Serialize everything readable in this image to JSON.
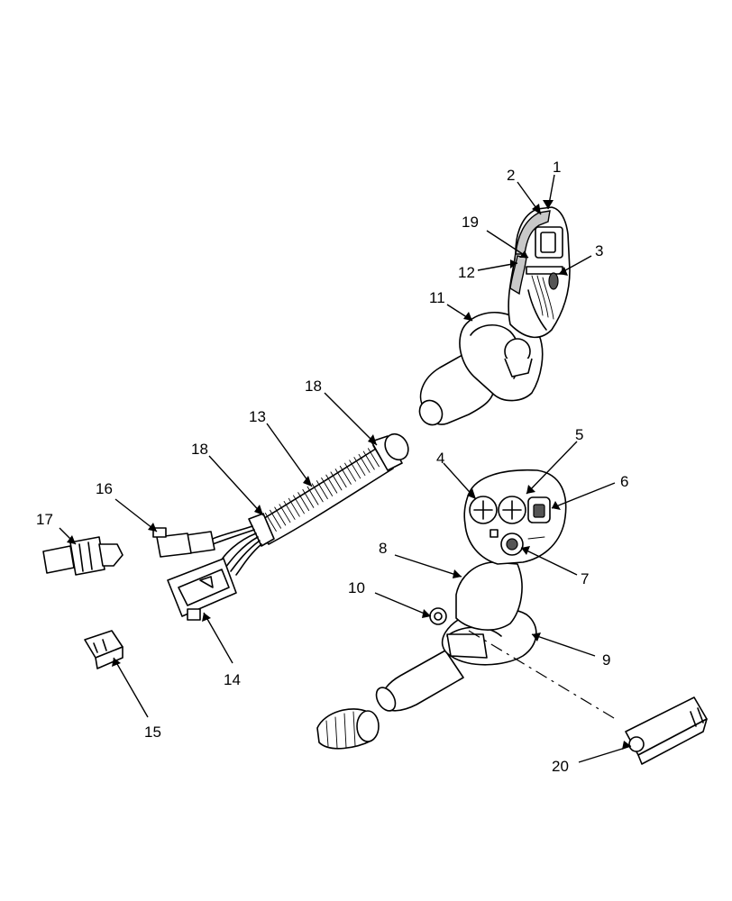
{
  "callouts": [
    {
      "id": "c1",
      "label": "1"
    },
    {
      "id": "c2",
      "label": "2"
    },
    {
      "id": "c3",
      "label": "3"
    },
    {
      "id": "c4",
      "label": "4"
    },
    {
      "id": "c5",
      "label": "5"
    },
    {
      "id": "c6",
      "label": "6"
    },
    {
      "id": "c7",
      "label": "7"
    },
    {
      "id": "c8",
      "label": "8"
    },
    {
      "id": "c9",
      "label": "9"
    },
    {
      "id": "c10",
      "label": "10"
    },
    {
      "id": "c11",
      "label": "11"
    },
    {
      "id": "c12",
      "label": "12"
    },
    {
      "id": "c13",
      "label": "13"
    },
    {
      "id": "c14",
      "label": "14"
    },
    {
      "id": "c15",
      "label": "15"
    },
    {
      "id": "c16",
      "label": "16"
    },
    {
      "id": "c17",
      "label": "17"
    },
    {
      "id": "c18a",
      "label": "18"
    },
    {
      "id": "c18b",
      "label": "18"
    },
    {
      "id": "c19",
      "label": "19"
    },
    {
      "id": "c20",
      "label": "20"
    }
  ]
}
